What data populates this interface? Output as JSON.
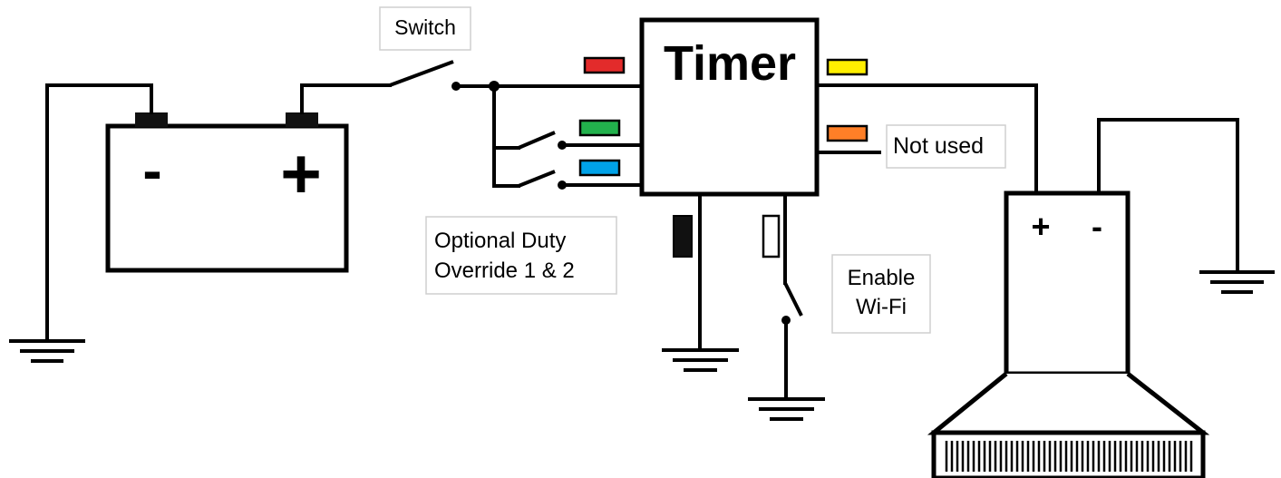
{
  "labels": {
    "switch": "Switch",
    "timer": "Timer",
    "not_used": "Not used",
    "override_line1": "Optional Duty",
    "override_line2": "Override 1 & 2",
    "wifi_line1": "Enable",
    "wifi_line2": "Wi-Fi",
    "battery_minus": "-",
    "battery_plus": "+",
    "load_plus": "+",
    "load_minus": "-"
  },
  "wire_colors": {
    "red": "#e32b2b",
    "yellow": "#ffef00",
    "green": "#22b14c",
    "orange": "#ff7f27",
    "blue": "#00a2e8",
    "black": "#111111",
    "white": "#ffffff"
  }
}
